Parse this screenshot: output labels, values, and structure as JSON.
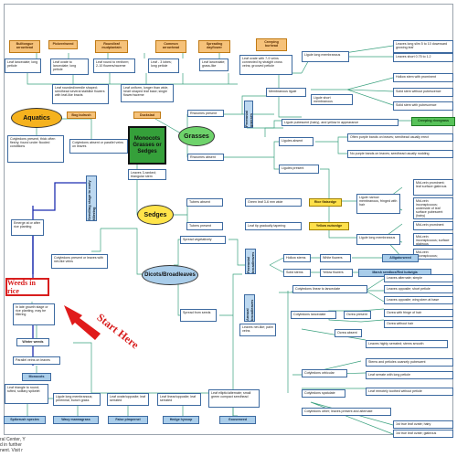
{
  "root": "Weeds in rice",
  "start_label": "Start Here",
  "hubs": {
    "aquatics": "Aquatics",
    "monocots": "Monocots Grasses or Sedges",
    "grasses": "Grasses",
    "sedges": "Sedges",
    "dicots": "Dicots/Broadleaves"
  },
  "bars": {
    "seedling": "Seedling stage to early tillering",
    "perennial": "Perennial broadleaves",
    "annual": "Annual broadleaves",
    "grasses_side": "Perennial grasses"
  },
  "aquatic_species": [
    "Bulltongue arrowhead",
    "Pickerelweed",
    "Roundleaf mudplantain",
    "Common arrowhead",
    "Spreading dayflower",
    "Creeping burhead"
  ],
  "aquatic_desc": [
    "Leaf lanceolate; long petiole",
    "Leaf ovate to lanceolate; long petiole",
    "Leaf round to reniform; 2-10 flowers/raceme",
    "Leaf - 3 lobes; long petiole",
    "Leaf lanceolate; grass-like",
    "Leaf ovate with 7-9 veins connected by straight cross veins; grooved petiole"
  ],
  "aquatic_mid": [
    "Leaf rounded/needle shaped; seedhead several stalklike flowers with leaf-like bracts",
    "Leaf uniform, longer than wide, heart shaped leaf base; single flower/raceme"
  ],
  "aquatic_tags": [
    "Bog bulrush",
    "Duckslad"
  ],
  "aquatic_intro": "Cotyledons present, thick often fleshy; found under flooded conditions",
  "monocot_note": "Cotyledons absent or parallel veins on leaves",
  "leaves_ranked": "Leaves 3-ranked; triangular stem",
  "rhizomes": [
    "Rhizomes present",
    "Rhizomes absent"
  ],
  "ligule_items": [
    "Ligule long membranous",
    "Membranous ligule",
    "Ligule short membranous",
    "Ligule pubescent (hairy), and yellow in appearance",
    "Ligules absent",
    "Ligules present",
    "Ligule narrow membranous, fringed with hair",
    "Ligule long membranous"
  ],
  "grass_right": [
    "Leaves long slim 5 to 10 downward growing leaf",
    "Leaves short 0.75 to 1.2",
    "Hollow stem with prominent",
    "Solid stem without pubescence",
    "Solid stem with pubescence",
    "Often purple bands on leaves; seedhead usually erect",
    "No purple bands on leaves; seedhead usually nodding",
    "Mid-vein prominent; leaf surface glabrous",
    "Mid-vein inconspicuous; underside of leaf surface pubescent (hairy)",
    "Mid-vein prominent",
    "Mid-vein inconspicuous; surface glabrous",
    "Mid-vein inconspicuous; pubescent"
  ],
  "grass_tag": "Creeping rivergrass",
  "sedge_items": [
    "Tubers absent",
    "Tubers present",
    "Green leaf 3-6 mm wide",
    "Leaf tip gradually tapering"
  ],
  "sedge_tags": [
    "Rice flatsedge",
    "Yellow nutsedge"
  ],
  "emerge": "Emerge at or after rice planting",
  "cotyledons_net": "Cotyledons present or leaves with net-like veins",
  "late_growth": "In late growth stage or rice planting, may be tillering",
  "winter_weeds": "Winter weeds",
  "parallel": "Parallel veins on leaves",
  "monocots_tag": "Monocots",
  "spread": [
    "Spread vegetatively",
    "Spread from seeds"
  ],
  "perennial_items": [
    "Hollow stems",
    "Solid stems",
    "White flowers",
    "Yellow flowers"
  ],
  "perennial_tags": [
    "Alligatorweed",
    "Marsh seedbox/Red ludwigia"
  ],
  "annual_items": [
    "Cotyledons linear to lanceolate",
    "Cotyledons lanceolate",
    "Ocrea present",
    "Ocrea absent",
    "Leaves net-like; palm veins",
    "Cotyledons orbicular",
    "Cotyledons spatulate",
    "Cotyledons other; leaves present and alternate"
  ],
  "annual_right": [
    "Leaves alternate; simple",
    "Leaves opposite; short petiole",
    "Leaves opposite; wing stem at base",
    "Ocrea with fringe of hair",
    "Ocrea without hair",
    "Leaves highly serrated; stems smooth",
    "Stems and petioles coarsely pubescent",
    "Leaf serrate with long petiole",
    "Leaf remotely toothed without petiole",
    "1st true leaf ovate; hairy",
    "1st true leaf ovate; glabrous"
  ],
  "bottom_descs": [
    "Leaf triangle to round; tufted, solitary spikelet",
    "Ligule long membranous; perennial, bunch grass",
    "Leaf ovate/opposite; leaf serrated",
    "Leaf linear/opposite; leaf serrated",
    "Leaf elliptic/alternate; small green compact seedhead"
  ],
  "bottom_tags": [
    "Spikerush species",
    "Wavy mannagrass",
    "False pimpernel",
    "Hedge hyssop",
    "Gooseweed"
  ],
  "footer": [
    "ral Center, Y",
    "d in further",
    "nent. Visit r"
  ]
}
